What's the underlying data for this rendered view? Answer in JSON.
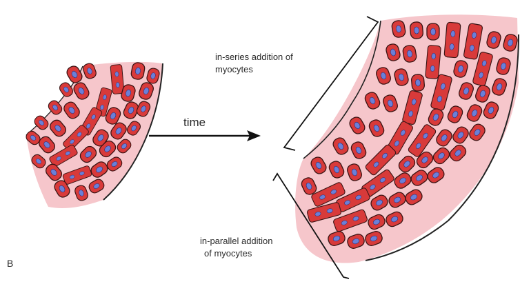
{
  "labels": {
    "panel": "B",
    "time": "time",
    "in_series_line1": "in-series addition of",
    "in_series_line2": "myocytes",
    "in_parallel_line1": "in-parallel addition",
    "in_parallel_line2": "of myocytes"
  },
  "colors": {
    "tissue": "#f6c6cb",
    "cell": "#d83a3a",
    "nucleus": "#6b7fd7",
    "outline": "#2a1414",
    "arrow": "#111111"
  }
}
